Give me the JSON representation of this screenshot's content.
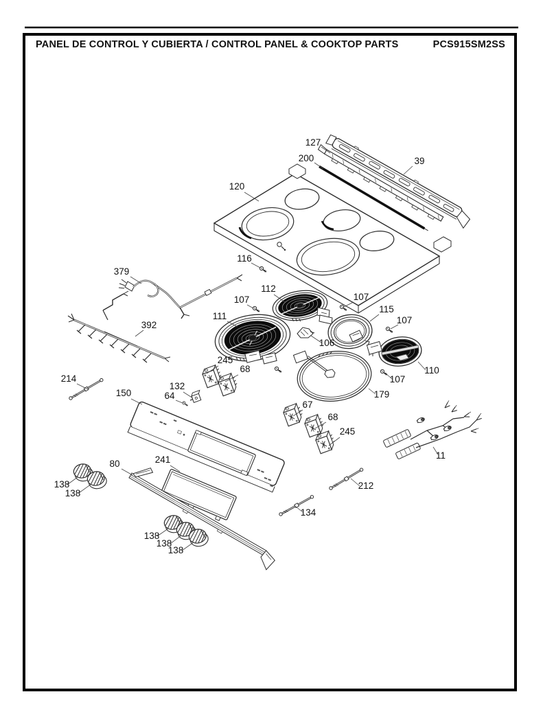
{
  "header": {
    "title": "PANEL DE CONTROL Y CUBIERTA / CONTROL PANEL & COOKTOP PARTS",
    "model": "PCS915SM2SS"
  },
  "diagram": {
    "description": "Exploded parts view of electric range control panel and cooktop",
    "callouts": [
      "127",
      "200",
      "39",
      "120",
      "116",
      "379",
      "112",
      "107",
      "107",
      "111",
      "115",
      "392",
      "107",
      "106",
      "110",
      "245",
      "68",
      "107",
      "179",
      "214",
      "150",
      "132",
      "64",
      "67",
      "68",
      "245",
      "11",
      "80",
      "241",
      "138",
      "138",
      "212",
      "134",
      "138",
      "138",
      "138"
    ]
  }
}
